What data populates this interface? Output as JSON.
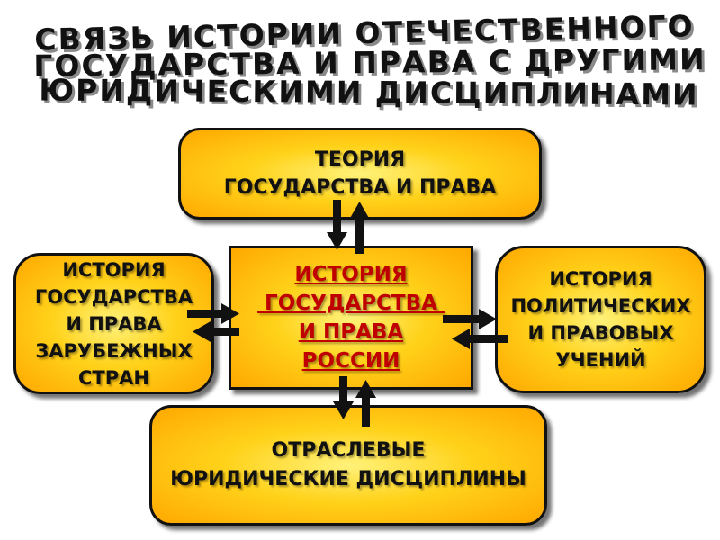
{
  "title": {
    "line1": "СВЯЗЬ ИСТОРИИ ОТЕЧЕСТВЕННОГО",
    "line2": "ГОСУДАРСТВА И ПРАВА С ДРУГИМИ",
    "line3": "ЮРИДИЧЕСКИМИ ДИСЦИПЛИНАМИ"
  },
  "nodes": {
    "top": {
      "lines": [
        "ТЕОРИЯ",
        "ГОСУДАРСТВА И ПРАВА"
      ]
    },
    "left": {
      "lines": [
        "ИСТОРИЯ",
        "ГОСУДАРСТВА",
        "И ПРАВА",
        "ЗАРУБЕЖНЫХ",
        "СТРАН"
      ]
    },
    "center": {
      "lines": [
        "ИСТОРИЯ",
        " ГОСУДАРСТВА ",
        "И ПРАВА",
        "РОССИИ"
      ],
      "text_color": "#c00000"
    },
    "right": {
      "lines": [
        "ИСТОРИЯ",
        "ПОЛИТИЧЕСКИХ",
        "И ПРАВОВЫХ",
        "УЧЕНИЙ"
      ]
    },
    "bottom": {
      "lines": [
        "ОТРАСЛЕВЫЕ",
        "ЮРИДИЧЕСКИЕ ДИСЦИПЛИНЫ"
      ]
    }
  },
  "colors": {
    "box_fill_center": "#fff27a",
    "box_fill_edge": "#ffa800",
    "border": "#111111",
    "center_text": "#c00000"
  }
}
